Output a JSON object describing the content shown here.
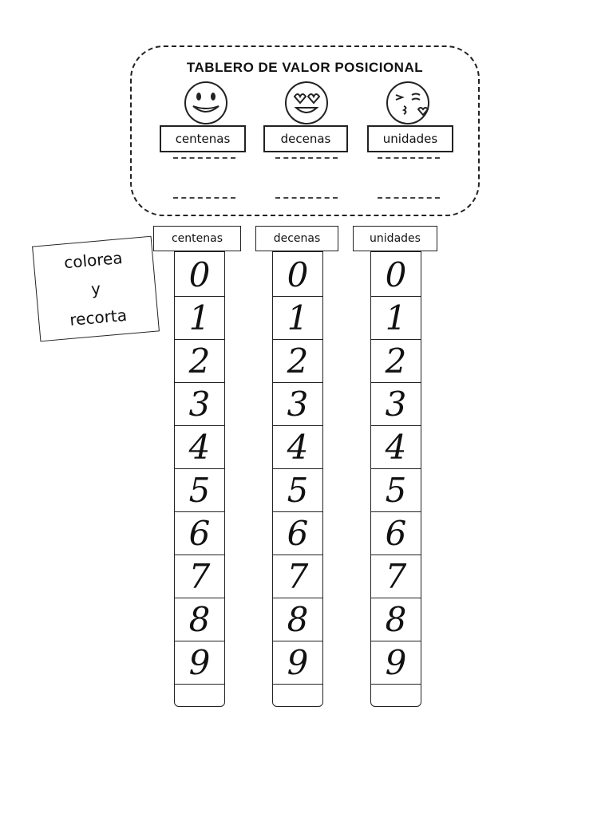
{
  "board": {
    "title": "TABLERO DE VALOR POSICIONAL",
    "labels": [
      "centenas",
      "decenas",
      "unidades"
    ]
  },
  "columns": [
    {
      "label": "centenas",
      "digits": [
        "0",
        "1",
        "2",
        "3",
        "4",
        "5",
        "6",
        "7",
        "8",
        "9"
      ]
    },
    {
      "label": "decenas",
      "digits": [
        "0",
        "1",
        "2",
        "3",
        "4",
        "5",
        "6",
        "7",
        "8",
        "9"
      ]
    },
    {
      "label": "unidades",
      "digits": [
        "0",
        "1",
        "2",
        "3",
        "4",
        "5",
        "6",
        "7",
        "8",
        "9"
      ]
    }
  ],
  "sticker": {
    "lines": [
      "colorea",
      "y",
      "recorta"
    ]
  },
  "icons": [
    "smiling-face-icon",
    "heart-eyes-face-icon",
    "kissing-face-icon"
  ]
}
